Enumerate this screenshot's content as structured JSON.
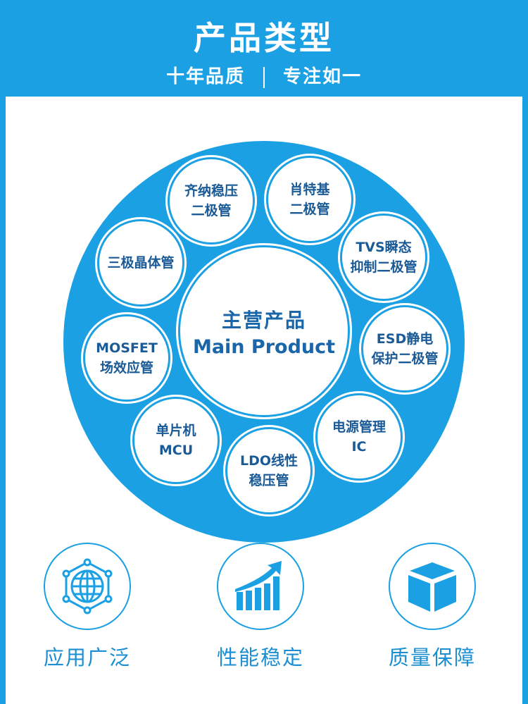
{
  "header": {
    "title": "产品类型",
    "subtitle_left": "十年品质",
    "subtitle_right": "专注如一"
  },
  "center": {
    "cn": "主营产品",
    "en": "Main Product"
  },
  "products": [
    {
      "line1": "齐纳稳压",
      "line2": "二极管"
    },
    {
      "line1": "肖特基",
      "line2": "二极管"
    },
    {
      "line1": "TVS瞬态",
      "line2": "抑制二极管"
    },
    {
      "line1": "ESD静电",
      "line2": "保护二极管"
    },
    {
      "line1": "电源管理",
      "line2": "IC"
    },
    {
      "line1": "LDO线性",
      "line2": "稳压管"
    },
    {
      "line1": "单片机",
      "line2": "MCU"
    },
    {
      "line1": "MOSFET",
      "line2": "场效应管"
    },
    {
      "line1": "三极晶体管",
      "line2": ""
    }
  ],
  "features": [
    {
      "label": "应用广泛",
      "icon": "globe-network-icon"
    },
    {
      "label": "性能稳定",
      "icon": "growth-chart-icon"
    },
    {
      "label": "质量保障",
      "icon": "cube-icon"
    }
  ],
  "colors": {
    "brand": "#1ba0e4",
    "text_dark": "#1a5a96"
  }
}
